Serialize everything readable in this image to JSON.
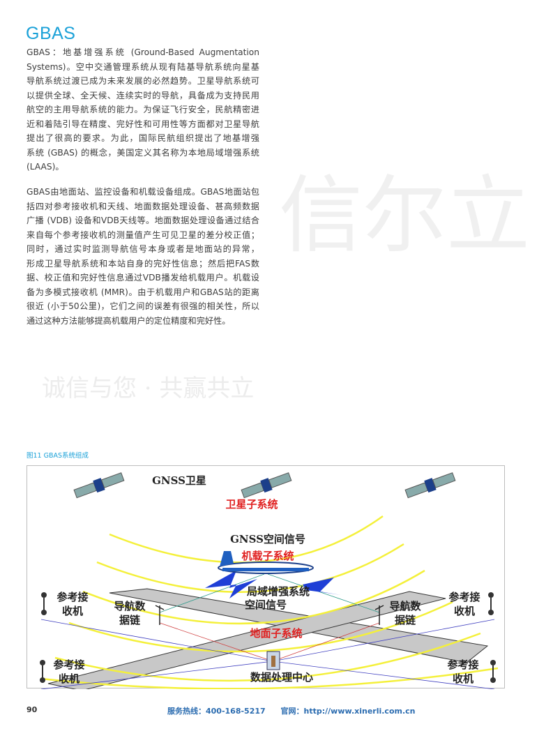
{
  "section_title": "GBAS",
  "paragraphs": [
    [
      "GBAS：地基增强系统 (Ground-Based Augmentation",
      "Systems)。空中交通管理系统从现有陆基导航系统向星基",
      "导航系统过渡已成为未来发展的必然趋势。卫星导航系统可",
      "以提供全球、全天候、连续实时的导航，具备成为支持民用",
      "航空的主用导航系统的能力。为保证飞行安全，民航精密进",
      "近和着陆引导在精度、完好性和可用性等方面都对卫星导航",
      "提出了很高的要求。为此，国际民航组织提出了地基增强",
      "系统 (GBAS) 的概念，美国定义其名称为本地局域增强系统",
      "(LAAS)。"
    ],
    [
      "GBAS由地面站、监控设备和机载设备组成。GBAS地面站包",
      "括四对参考接收机和天线、地面数据处理设备、甚高频数据",
      "广播 (VDB) 设备和VDB天线等。地面数据处理设备通过结合",
      "来自每个参考接收机的测量值产生可见卫星的差分校正值；",
      "同时，通过实时监测导航信号本身或者是地面站的异常，",
      "形成卫星导航系统和本站自身的完好性信息；然后把FAS数",
      "据、校正值和完好性信息通过VDB播发给机载用户。机载设",
      "备为多模式接收机 (MMR)。由于机载用户和GBAS站的距离",
      "很近 (小于50公里)，它们之间的误差有很强的相关性，所以",
      "通过这种方法能够提高机载用户的定位精度和完好性。"
    ]
  ],
  "watermark": {
    "brand": "信尔立",
    "slogan": "诚信与您 · 共赢共立"
  },
  "figure": {
    "caption": "图11 GBAS系统组成",
    "labels": {
      "gnss_satellite": "GNSS卫星",
      "satellite_subsystem": "卫星子系统",
      "gnss_signal": "GNSS空间信号",
      "airborne_subsystem": "机载子系统",
      "laas_signal_1": "局域增强系统",
      "laas_signal_2": "空间信号",
      "ref_receiver_1": "参考接",
      "ref_receiver_2": "收机",
      "nav_datalink_1": "导航数",
      "nav_datalink_2": "据链",
      "ground_subsystem": "地面子系统",
      "data_center": "数据处理中心"
    },
    "colors": {
      "arc": "#f4f03a",
      "subsystem_label": "#e02020",
      "runway": "#c8c8c8",
      "link_blue": "#1f3fd6"
    }
  },
  "footer": {
    "page_number": "90",
    "hotline": "服务热线：400-168-5217",
    "website": "官网：http://www.xinerli.com.cn"
  }
}
